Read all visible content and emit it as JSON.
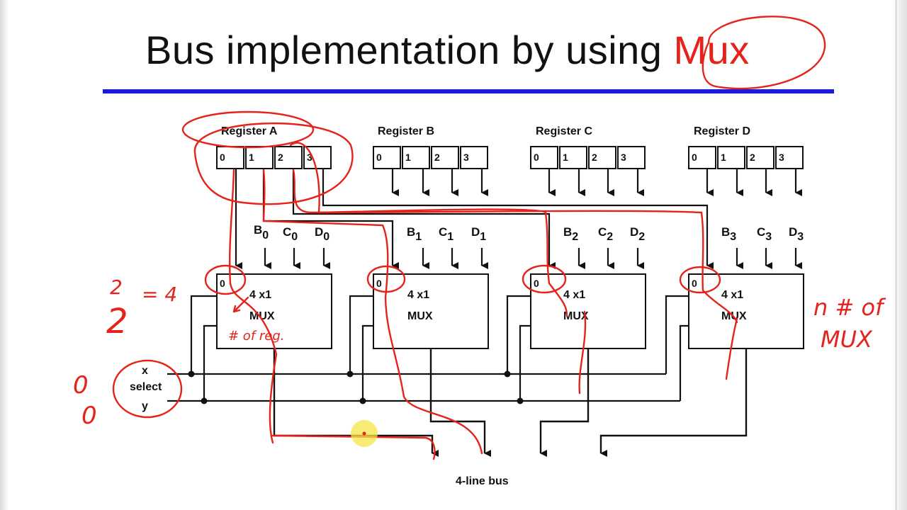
{
  "title": {
    "main": "Bus implementation by using ",
    "highlight": "Mux"
  },
  "registers": [
    {
      "name": "Register A",
      "bits": [
        "0",
        "1",
        "2",
        "3"
      ]
    },
    {
      "name": "Register B",
      "bits": [
        "0",
        "1",
        "2",
        "3"
      ]
    },
    {
      "name": "Register C",
      "bits": [
        "0",
        "1",
        "2",
        "3"
      ]
    },
    {
      "name": "Register D",
      "bits": [
        "0",
        "1",
        "2",
        "3"
      ]
    }
  ],
  "muxes": [
    {
      "zero_label": "0",
      "label_line1": "4 x1",
      "label_line2": "MUX",
      "inputs": [
        {
          "letter": "B",
          "sub": "0"
        },
        {
          "letter": "C",
          "sub": "0"
        },
        {
          "letter": "D",
          "sub": "0"
        }
      ]
    },
    {
      "zero_label": "0",
      "label_line1": "4 x1",
      "label_line2": "MUX",
      "inputs": [
        {
          "letter": "B",
          "sub": "1"
        },
        {
          "letter": "C",
          "sub": "1"
        },
        {
          "letter": "D",
          "sub": "1"
        }
      ]
    },
    {
      "zero_label": "0",
      "label_line1": "4 x1",
      "label_line2": "MUX",
      "inputs": [
        {
          "letter": "B",
          "sub": "2"
        },
        {
          "letter": "C",
          "sub": "2"
        },
        {
          "letter": "D",
          "sub": "2"
        }
      ]
    },
    {
      "zero_label": "0",
      "label_line1": "4 x1",
      "label_line2": "MUX",
      "inputs": [
        {
          "letter": "B",
          "sub": "3"
        },
        {
          "letter": "C",
          "sub": "3"
        },
        {
          "letter": "D",
          "sub": "3"
        }
      ]
    }
  ],
  "select": {
    "x": "x",
    "label": "select",
    "y": "y"
  },
  "bus_label": "4-line bus",
  "annotations": {
    "power": "2",
    "exponent": "2",
    "equals": "= 4",
    "note_reg": "# of reg.",
    "x_value": "0",
    "y_value": "0",
    "right_note_line1": "n # of",
    "right_note_line2": "MUX"
  },
  "colors": {
    "ink": "#111111",
    "pen": "#e5231b",
    "rule": "#1a1adc",
    "cursor": "#f5e64a"
  }
}
